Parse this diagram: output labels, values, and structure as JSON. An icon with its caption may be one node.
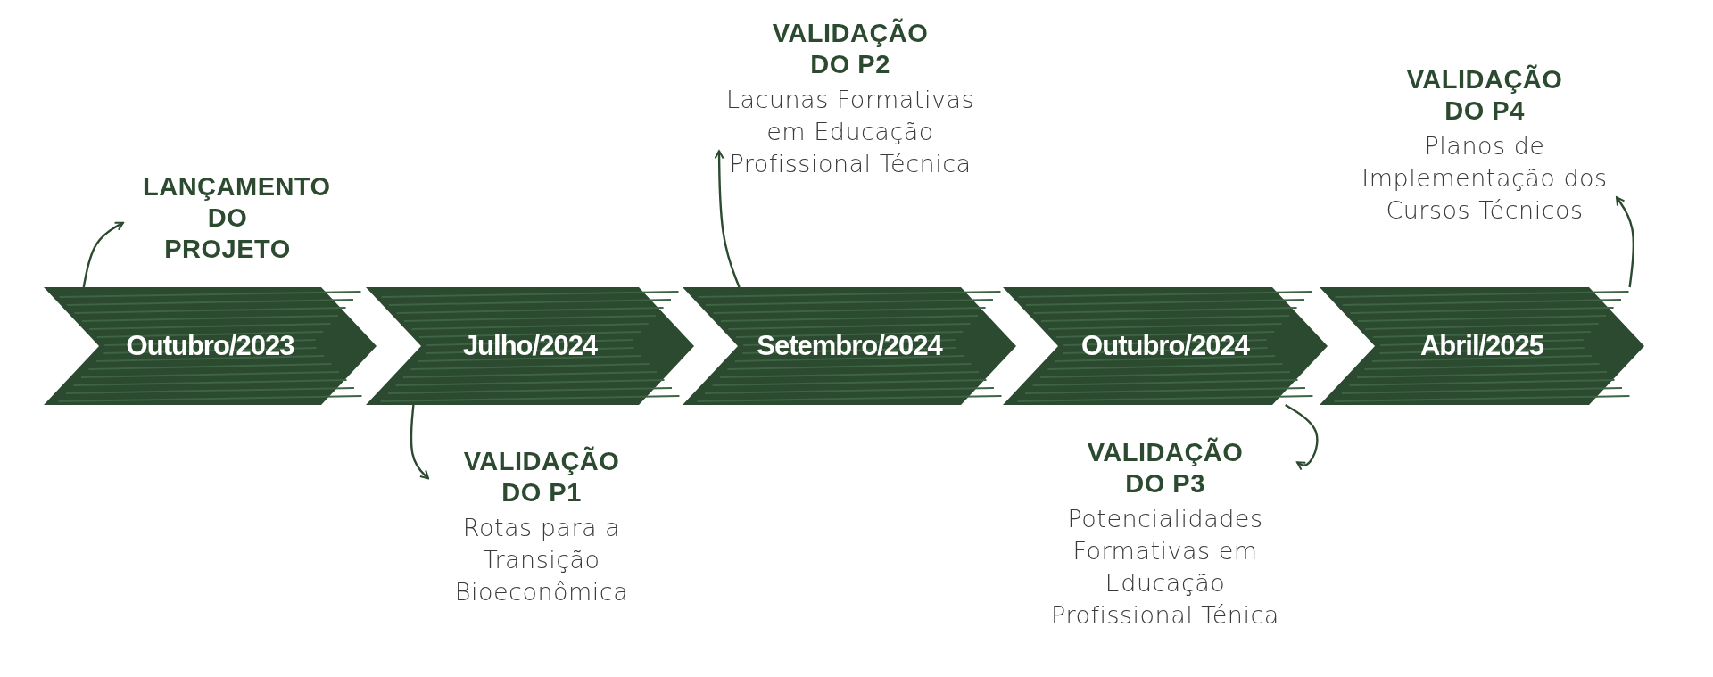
{
  "diagram": {
    "nodes": [
      {
        "text": [
          "Outubro/2023"
        ]
      },
      {
        "text": [
          "Julho/2024"
        ]
      },
      {
        "text": [
          "Setembro/2024"
        ]
      },
      {
        "text": [
          "Outubro/2024"
        ]
      },
      {
        "text": [
          "Abril/2025"
        ]
      },
      {
        "text": [
          "LANÇAMENTO DO PROJETO"
        ]
      },
      {
        "text": [
          "VALIDAÇÃO DO P1",
          "Rotas para a Transição Bioeconômica"
        ]
      },
      {
        "text": [
          "VALIDAÇÃO DO P2",
          "Lacunas Formativas em Educação Profissional Técnica"
        ]
      },
      {
        "text": [
          "VALIDAÇÃO DO P3",
          "Potencialidades Formativas em Educação Profissional Ténica"
        ]
      },
      {
        "text": [
          "VALIDAÇÃO DO P4",
          "Planos de Implementação dos Cursos Técnicos"
        ]
      }
    ],
    "edges": [
      {
        "from": 0,
        "to": 5,
        "arrow": "to"
      },
      {
        "from": 1,
        "to": 6,
        "arrow": "to"
      },
      {
        "from": 2,
        "to": 7,
        "arrow": "to"
      },
      {
        "from": 3,
        "to": 8,
        "arrow": "to"
      },
      {
        "from": 4,
        "to": 9,
        "arrow": "to"
      }
    ]
  }
}
